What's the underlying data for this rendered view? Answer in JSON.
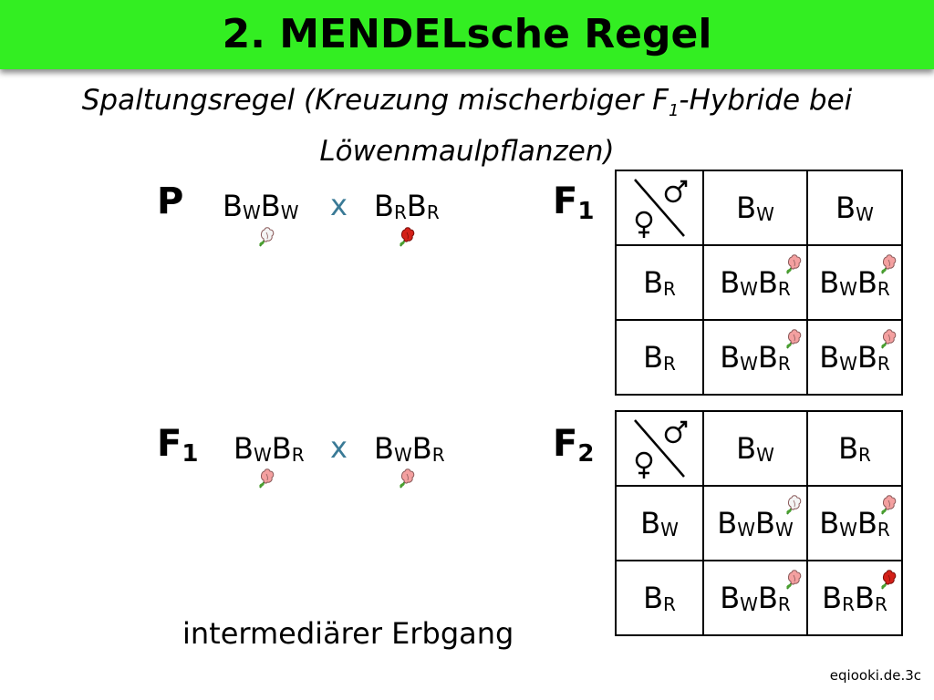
{
  "header": {
    "title": "2. MENDELsche Regel",
    "color": "#33ee22"
  },
  "subtitle": {
    "line1_before": "Spaltungsregel (Kreuzung mischerbiger F",
    "line1_sub": "1",
    "line1_after": "-Hybride bei",
    "line2": "Löwenmaulpflanzen)"
  },
  "colors": {
    "cross": "#3a7a96",
    "red_flower": "#d42018",
    "pink_flower": "#f4a0a0",
    "white_flower": "#f4f4f4"
  },
  "icons": {
    "flower": "snapdragon-flower-icon",
    "sex": "male-female-symbols-icon"
  },
  "top": {
    "gen_label": "P",
    "parent1": {
      "a1": "B",
      "s1": "W",
      "a2": "B",
      "s2": "W",
      "flower": "white"
    },
    "cross": "x",
    "parent2": {
      "a1": "B",
      "s1": "R",
      "a2": "B",
      "s2": "R",
      "flower": "red"
    },
    "grid_label": "F",
    "grid_label_sub": "1",
    "grid": {
      "col_headers": [
        {
          "a": "B",
          "s": "W"
        },
        {
          "a": "B",
          "s": "W"
        }
      ],
      "rows": [
        {
          "header": {
            "a": "B",
            "s": "R"
          },
          "cells": [
            {
              "a1": "B",
              "s1": "W",
              "a2": "B",
              "s2": "R",
              "flower": "pink"
            },
            {
              "a1": "B",
              "s1": "W",
              "a2": "B",
              "s2": "R",
              "flower": "pink"
            }
          ]
        },
        {
          "header": {
            "a": "B",
            "s": "R"
          },
          "cells": [
            {
              "a1": "B",
              "s1": "W",
              "a2": "B",
              "s2": "R",
              "flower": "pink"
            },
            {
              "a1": "B",
              "s1": "W",
              "a2": "B",
              "s2": "R",
              "flower": "pink"
            }
          ]
        }
      ]
    }
  },
  "bottom": {
    "gen_label": "F",
    "gen_label_sub": "1",
    "parent1": {
      "a1": "B",
      "s1": "W",
      "a2": "B",
      "s2": "R",
      "flower": "pink"
    },
    "cross": "x",
    "parent2": {
      "a1": "B",
      "s1": "W",
      "a2": "B",
      "s2": "R",
      "flower": "pink"
    },
    "grid_label": "F",
    "grid_label_sub": "2",
    "grid": {
      "col_headers": [
        {
          "a": "B",
          "s": "W"
        },
        {
          "a": "B",
          "s": "R"
        }
      ],
      "rows": [
        {
          "header": {
            "a": "B",
            "s": "W"
          },
          "cells": [
            {
              "a1": "B",
              "s1": "W",
              "a2": "B",
              "s2": "W",
              "flower": "white"
            },
            {
              "a1": "B",
              "s1": "W",
              "a2": "B",
              "s2": "R",
              "flower": "pink"
            }
          ]
        },
        {
          "header": {
            "a": "B",
            "s": "R"
          },
          "cells": [
            {
              "a1": "B",
              "s1": "W",
              "a2": "B",
              "s2": "R",
              "flower": "pink"
            },
            {
              "a1": "B",
              "s1": "R",
              "a2": "B",
              "s2": "R",
              "flower": "red"
            }
          ]
        }
      ]
    }
  },
  "note": "intermediärer Erbgang",
  "footer": "eqiooki.de.3c"
}
